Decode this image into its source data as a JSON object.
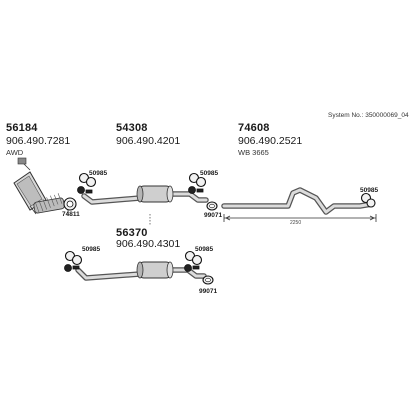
{
  "system_label": "System  No.: 350000069_04",
  "parts": [
    {
      "part_no": "56184",
      "oem_no": "906.490.7281",
      "note": "AWD"
    },
    {
      "part_no": "54308",
      "oem_no": "906.490.4201",
      "note": ""
    },
    {
      "part_no": "74608",
      "oem_no": "906.490.2521",
      "note": "WB 3665"
    },
    {
      "part_no": "56370",
      "oem_no": "906.490.4301",
      "note": ""
    }
  ],
  "clamps": [
    "50985",
    "50985",
    "50985",
    "50985",
    "50985",
    "74811",
    "99071",
    "99071"
  ],
  "dimension": "2250"
}
